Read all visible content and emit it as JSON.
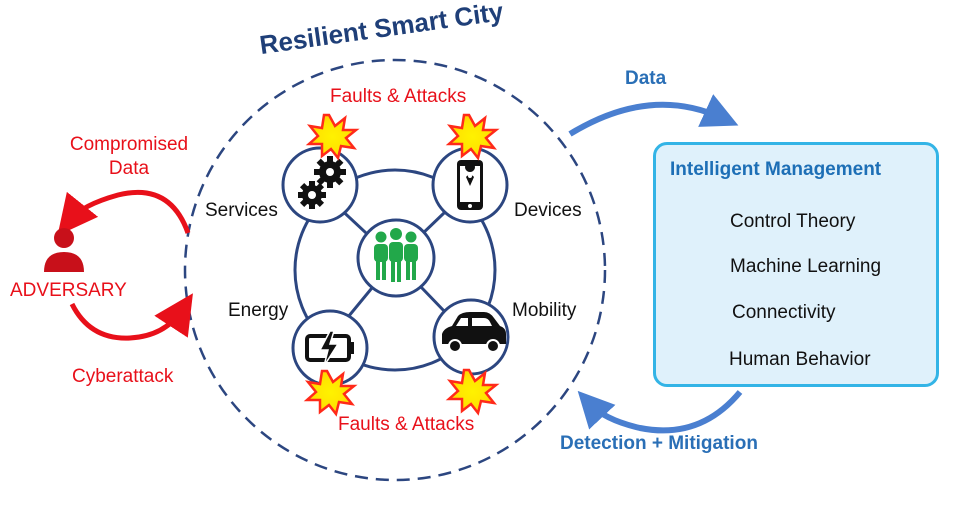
{
  "title": "Resilient Smart City",
  "faults_top": "Faults & Attacks",
  "faults_bottom": "Faults & Attacks",
  "nodes": {
    "services": "Services",
    "devices": "Devices",
    "energy": "Energy",
    "mobility": "Mobility"
  },
  "adversary": {
    "label": "ADVERSARY",
    "compromised": [
      "Compromised",
      "Data"
    ],
    "cyberattack": "Cyberattack"
  },
  "flows": {
    "data": "Data",
    "detection": "Detection + Mitigation"
  },
  "management": {
    "title": "Intelligent Management",
    "items": [
      {
        "icon": "control-theory-icon",
        "label": "Control Theory"
      },
      {
        "icon": "robot-icon",
        "label": "Machine Learning"
      },
      {
        "icon": "network-icon",
        "label": "Connectivity"
      },
      {
        "icon": "brain-head-icon",
        "label": "Human Behavior"
      }
    ]
  },
  "colors": {
    "red": "#e8101a",
    "blue_arrow": "#4a7fd0",
    "dark_blue": "#1f3f78",
    "ring": "#2c4680",
    "green": "#22a84a",
    "box_border": "#33b4e6",
    "box_fill": "#dff1fb"
  }
}
